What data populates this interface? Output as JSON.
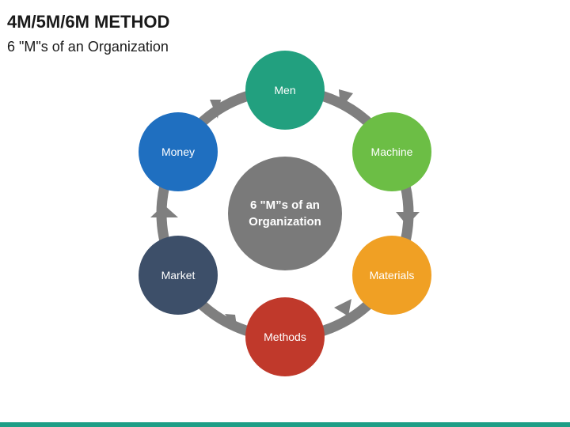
{
  "slide": {
    "title": "4M/5M/6M METHOD",
    "subtitle": "6 \"M\"s of an Organization"
  },
  "diagram": {
    "center": {
      "line1": "6 \"M”s of an",
      "line2": "Organization",
      "color": "#7a7a7a"
    },
    "nodes": [
      {
        "label": "Men",
        "color": "#22a07f"
      },
      {
        "label": "Machine",
        "color": "#6cbe45"
      },
      {
        "label": "Materials",
        "color": "#f0a024"
      },
      {
        "label": "Methods",
        "color": "#c0392b"
      },
      {
        "label": "Market",
        "color": "#3d4f69"
      },
      {
        "label": "Money",
        "color": "#1f6fc0"
      }
    ],
    "ring_color": "#7f7f7f"
  },
  "theme": {
    "accent_bar": "#1d9e86"
  }
}
